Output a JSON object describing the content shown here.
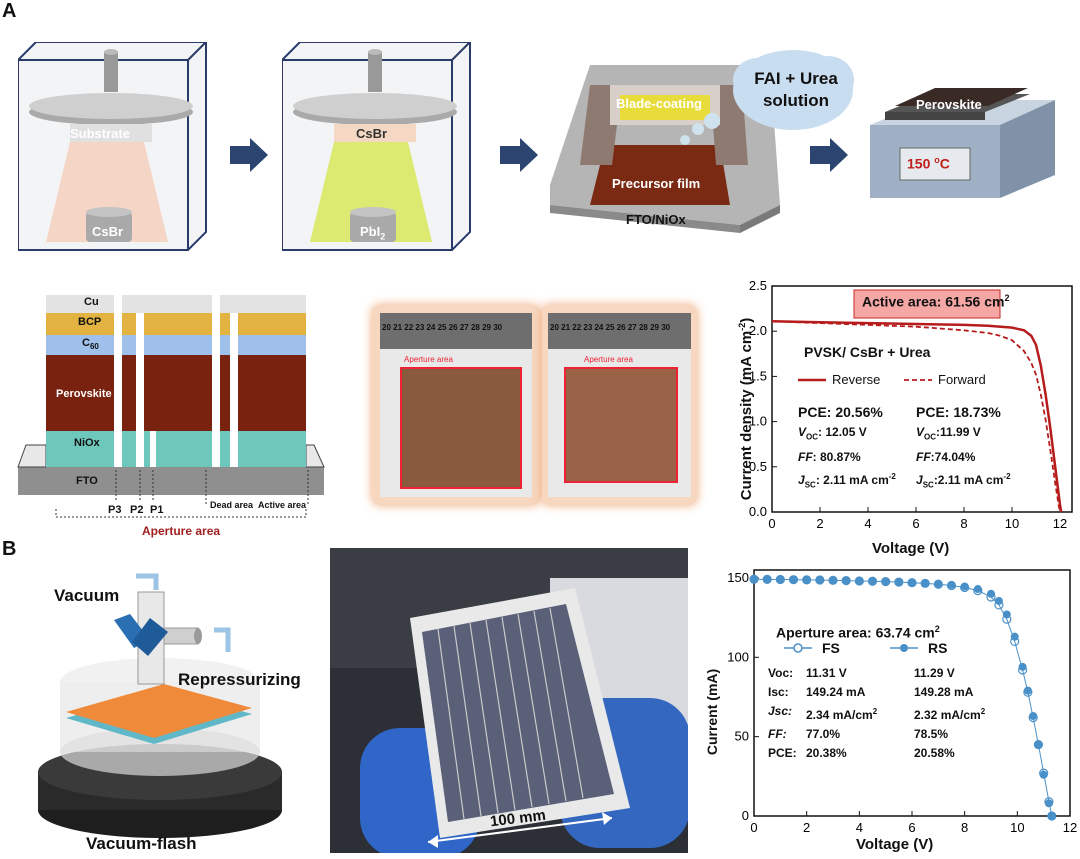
{
  "panel_a": {
    "letter": "A",
    "step1": {
      "substrate": "Substrate",
      "source": "CsBr"
    },
    "step2": {
      "substrate": "CsBr",
      "source": "PbI",
      "source_sub": "2"
    },
    "step3": {
      "blade": "Blade-coating",
      "film": "Precursor film",
      "base": "FTO/NiOx",
      "cloud_line1": "FAI + Urea",
      "cloud_line2": "solution"
    },
    "step4": {
      "top": "Perovskite",
      "temp": "150 ",
      "temp_sup": "o",
      "temp_unit": "C"
    },
    "stack": {
      "layers": [
        "Cu",
        "BCP",
        "C",
        "Perovskite",
        "NiOx",
        "FTO"
      ],
      "c60_sub": "60",
      "scribes": [
        "P3",
        "P2",
        "P1"
      ],
      "dead": "Dead area",
      "active": "Active area",
      "aperture": "Aperture area"
    },
    "photo_label": "Aperture area",
    "ruler_ticks": [
      "20",
      "21",
      "22",
      "23",
      "24",
      "25",
      "26",
      "27",
      "28",
      "29",
      "30"
    ]
  },
  "jv_chart": {
    "annotation": "Active area: 61.56 cm",
    "annotation_sup": "2",
    "sample": "PVSK/ CsBr + Urea",
    "legend": [
      "Reverse",
      "Forward"
    ],
    "reverse_stats": {
      "pce": "PCE: 20.56%",
      "voc_v": ": 12.05 V",
      "ff_v": ": 80.87%",
      "jsc_v": ": 2.11 mA cm"
    },
    "forward_stats": {
      "pce": "PCE: 18.73%",
      "voc_v": ":11.99 V",
      "ff_v": ":74.04%",
      "jsc_v": ":2.11 mA cm"
    },
    "xlabel": "Voltage (V)",
    "ylabel": "Current density (mA cm",
    "ylabel_sup": "-2",
    "ylabel_end": ")",
    "x_ticks": [
      "0",
      "2",
      "4",
      "6",
      "8",
      "10",
      "12"
    ],
    "y_ticks": [
      "0.0",
      "0.5",
      "1.0",
      "1.5",
      "2.0",
      "2.5"
    ]
  },
  "panel_b": {
    "letter": "B",
    "vacuum": "Vacuum",
    "repress": "Repressurizing",
    "flash": "Vacuum-flash",
    "photo_scale": "100 mm"
  },
  "iv_chart": {
    "annotation": "Aperture area: 63.74 cm",
    "annotation_sup": "2",
    "legend": [
      "FS",
      "RS"
    ],
    "rows": [
      {
        "label": "Voc:",
        "fs": "11.31 V",
        "rs": "11.29 V"
      },
      {
        "label": "Isc:",
        "fs": "149.24 mA",
        "rs": "149.28 mA"
      },
      {
        "label": "Jsc:",
        "fs": "2.34 mA/cm",
        "rs": "2.32 mA/cm"
      },
      {
        "label": "FF:",
        "fs": "77.0%",
        "rs": "78.5%"
      },
      {
        "label": "PCE:",
        "fs": "20.38%",
        "rs": "20.58%"
      }
    ],
    "xlabel": "Voltage (V)",
    "ylabel": "Current (mA)",
    "x_ticks": [
      "0",
      "2",
      "4",
      "6",
      "8",
      "10",
      "12"
    ],
    "y_ticks": [
      "0",
      "50",
      "100",
      "150"
    ]
  },
  "chart_data": [
    {
      "type": "line",
      "xlabel": "Voltage (V)",
      "ylabel": "Current density (mA cm-2)",
      "xlim": [
        0,
        12.5
      ],
      "ylim": [
        0,
        2.5
      ],
      "series": [
        {
          "name": "Reverse",
          "x": [
            0,
            2,
            4,
            6,
            8,
            9,
            10,
            10.5,
            10.8,
            11.0,
            11.2,
            11.4,
            11.6,
            11.8,
            12.0,
            12.05
          ],
          "y": [
            2.11,
            2.1,
            2.09,
            2.08,
            2.07,
            2.06,
            2.04,
            2.01,
            1.95,
            1.85,
            1.62,
            1.3,
            0.92,
            0.5,
            0.08,
            0.0
          ]
        },
        {
          "name": "Forward",
          "x": [
            0,
            2,
            4,
            6,
            8,
            9,
            9.5,
            10,
            10.5,
            10.8,
            11.0,
            11.2,
            11.4,
            11.6,
            11.8,
            11.99
          ],
          "y": [
            2.11,
            2.09,
            2.07,
            2.05,
            2.01,
            1.98,
            1.95,
            1.9,
            1.78,
            1.65,
            1.52,
            1.3,
            1.02,
            0.68,
            0.32,
            0.0
          ]
        }
      ]
    },
    {
      "type": "scatter",
      "xlabel": "Voltage (V)",
      "ylabel": "Current (mA)",
      "xlim": [
        0,
        12
      ],
      "ylim": [
        0,
        155
      ],
      "series": [
        {
          "name": "FS",
          "x": [
            0,
            0.5,
            1,
            1.5,
            2,
            2.5,
            3,
            3.5,
            4,
            4.5,
            5,
            5.5,
            6,
            6.5,
            7,
            7.5,
            8,
            8.5,
            9,
            9.3,
            9.6,
            9.9,
            10.2,
            10.4,
            10.6,
            10.8,
            11.0,
            11.2,
            11.31
          ],
          "y": [
            149.2,
            149.1,
            149,
            148.9,
            148.8,
            148.7,
            148.5,
            148.3,
            148.1,
            147.9,
            147.7,
            147.4,
            147.0,
            146.6,
            146.0,
            145.2,
            144.0,
            142.0,
            138.0,
            133.0,
            124.0,
            110.0,
            92.0,
            78.0,
            62.0,
            45.0,
            27.0,
            9.0,
            0
          ]
        },
        {
          "name": "RS",
          "x": [
            0,
            0.5,
            1,
            1.5,
            2,
            2.5,
            3,
            3.5,
            4,
            4.5,
            5,
            5.5,
            6,
            6.5,
            7,
            7.5,
            8,
            8.5,
            9,
            9.3,
            9.6,
            9.9,
            10.2,
            10.4,
            10.6,
            10.8,
            11.0,
            11.2,
            11.29
          ],
          "y": [
            149.3,
            149.2,
            149.1,
            149,
            148.9,
            148.8,
            148.6,
            148.4,
            148.2,
            148.0,
            147.8,
            147.5,
            147.2,
            146.8,
            146.3,
            145.6,
            144.6,
            143.0,
            140.0,
            135.5,
            127.0,
            113.0,
            94.0,
            79.0,
            63.0,
            45.0,
            26.0,
            8.0,
            0
          ]
        }
      ]
    }
  ]
}
